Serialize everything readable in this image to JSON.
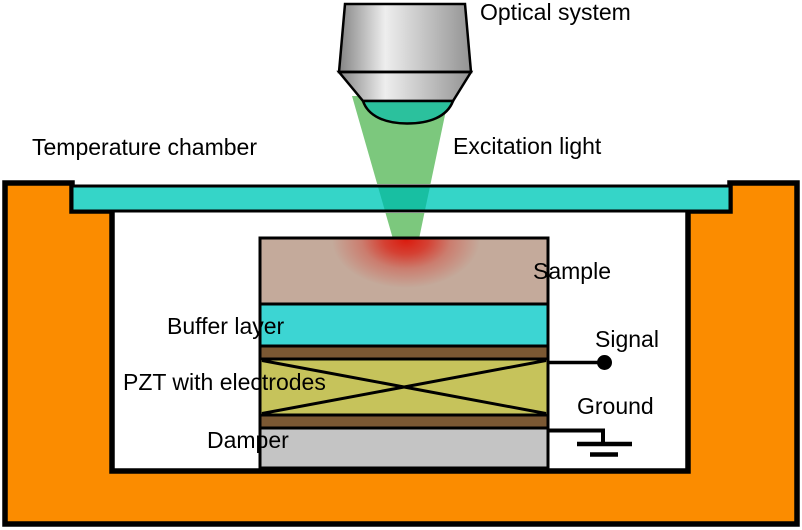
{
  "diagram": {
    "title": "Photothermal / piezoelectric measurement setup diagram",
    "labels": {
      "optical_system": "Optical system",
      "temperature_chamber": "Temperature chamber",
      "excitation_light": "Excitation light",
      "sample": "Sample",
      "buffer_layer": "Buffer layer",
      "pzt_with_electrodes": "PZT with electrodes",
      "damper": "Damper",
      "signal": "Signal",
      "ground": "Ground"
    },
    "colors": {
      "chamber_orange": "#FB8C00",
      "window_cyan": "#35D5C8",
      "buffer_cyan": "#3CD5D3",
      "sample_tan": "#C4AA9B",
      "electrode_brown": "#7B5833",
      "pzt_olive": "#C6C35B",
      "damper_gray": "#C4C4C4",
      "beam_green": "#7CC87D",
      "beam_window_green": "#18BFA2",
      "lens_teal": "#2BC19D",
      "hotspot_red": "#DC1407",
      "outline_black": "#000000"
    }
  }
}
